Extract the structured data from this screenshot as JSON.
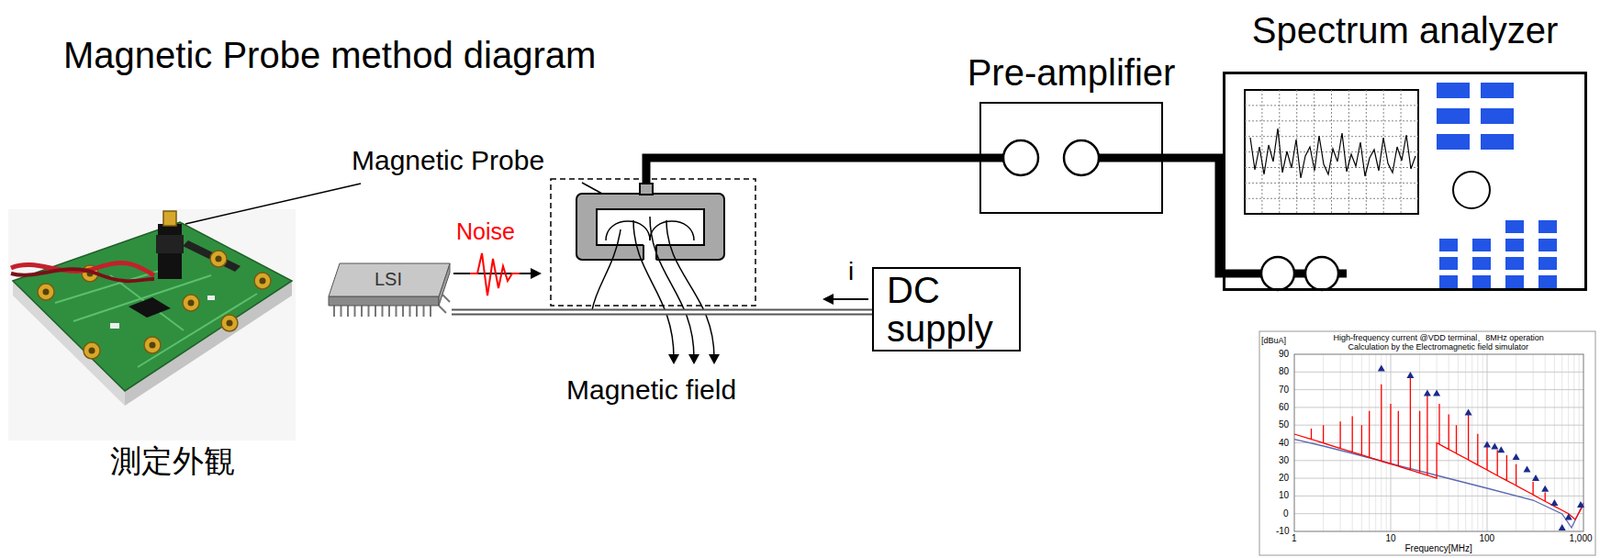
{
  "diagram": {
    "title": "Magnetic Probe method diagram",
    "nodes": [
      {
        "text": [
          "LSI"
        ]
      },
      {
        "text": [
          "DC supply"
        ]
      },
      {
        "text": [
          "Pre-amplifier"
        ]
      },
      {
        "text": [
          "Spectrum analyzer"
        ]
      }
    ],
    "edges": [
      {
        "from": 0,
        "to": 1,
        "arrow": "none"
      },
      {
        "from": 2,
        "to": 3,
        "arrow": "none"
      }
    ],
    "labels": [
      "Magnetic Probe",
      "Noise",
      "i",
      "Magnetic field",
      "測定外観",
      "High-frequency current @VDD terminal、8MHz operation",
      "Calculation by the Electromagnetic field simulator",
      "[dBuA]",
      "90",
      "80",
      "70",
      "60",
      "50",
      "40",
      "30",
      "20",
      "10",
      "0",
      "-10",
      "1",
      "10",
      "100",
      "1,000",
      "Frequency[MHz]"
    ]
  }
}
